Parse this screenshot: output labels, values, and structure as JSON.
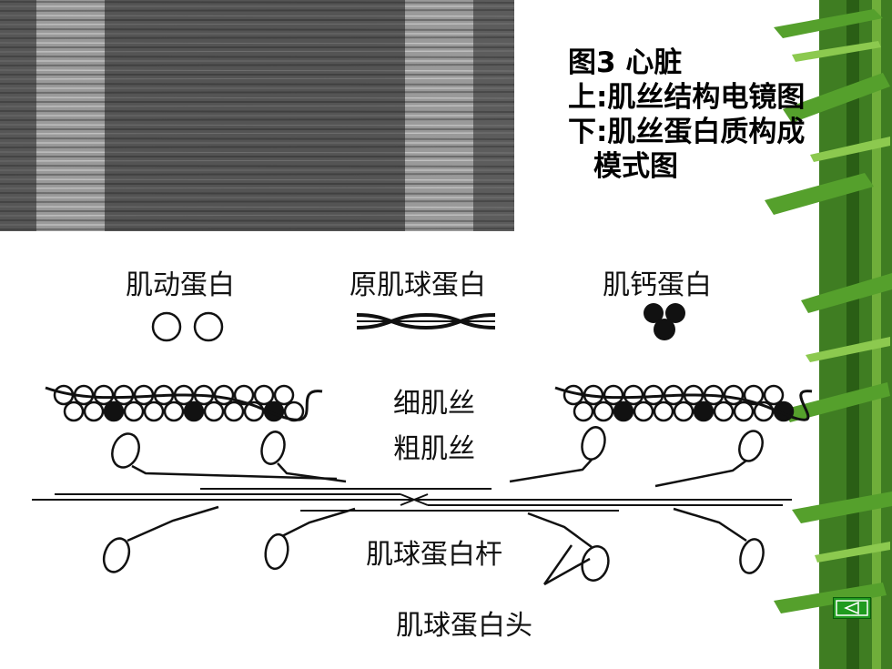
{
  "title": {
    "line1": "图3 心脏",
    "line2": "上:肌丝结构电镜图",
    "line3": "下:肌丝蛋白质构成",
    "line4": "模式图"
  },
  "labels": {
    "actin": "肌动蛋白",
    "tropomyosin": "原肌球蛋白",
    "troponin": "肌钙蛋白",
    "thin_filament": "细肌丝",
    "thick_filament": "粗肌丝",
    "myosin_rod": "肌球蛋白杆",
    "myosin_head": "肌球蛋白头"
  },
  "colors": {
    "accent_green": "#1f9b1f",
    "bamboo_green": "#2e8b1e",
    "ink": "#111111"
  },
  "nav": {
    "back_icon": "triangle-left-icon"
  }
}
